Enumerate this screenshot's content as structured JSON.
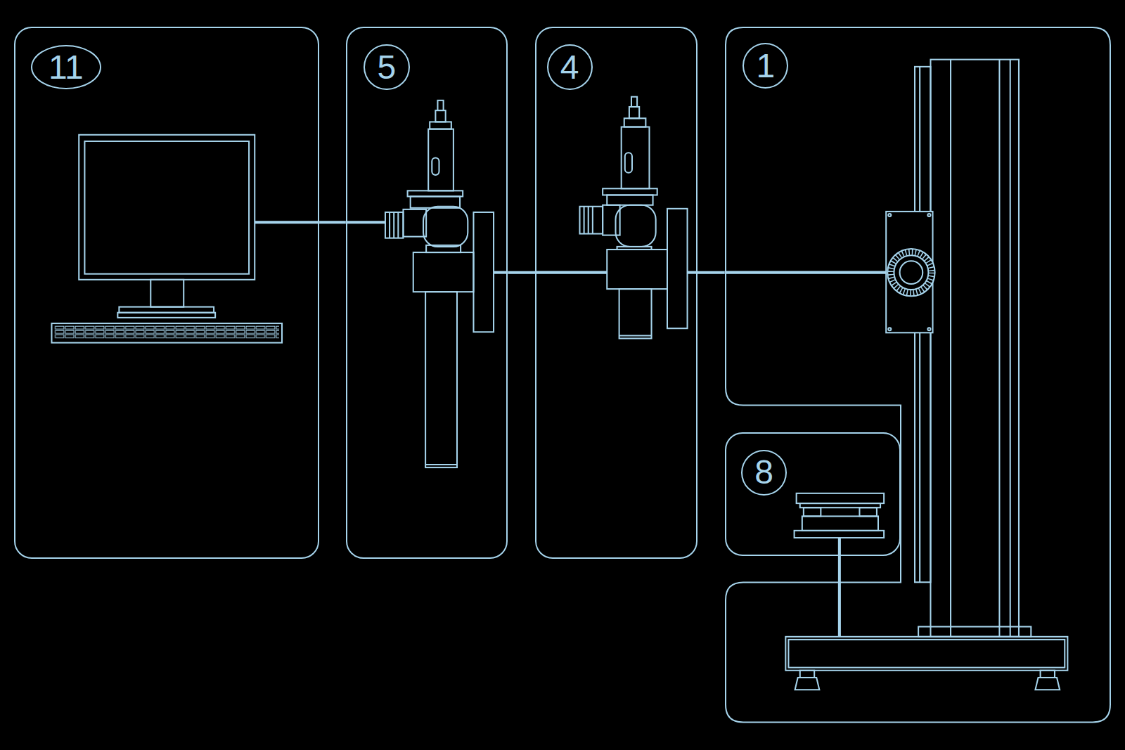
{
  "diagram": {
    "nodes": [
      {
        "text": [
          "11"
        ]
      },
      {
        "text": [
          "5"
        ]
      },
      {
        "text": [
          "4"
        ]
      },
      {
        "text": [
          "1"
        ]
      },
      {
        "text": [
          "8"
        ]
      }
    ],
    "edges": [
      {
        "from": 0,
        "to": 1,
        "arrow": "none"
      },
      {
        "from": 1,
        "to": 2,
        "arrow": "none"
      },
      {
        "from": 2,
        "to": 3,
        "arrow": "none"
      },
      {
        "from": 4,
        "to": 3,
        "arrow": "none"
      }
    ]
  }
}
